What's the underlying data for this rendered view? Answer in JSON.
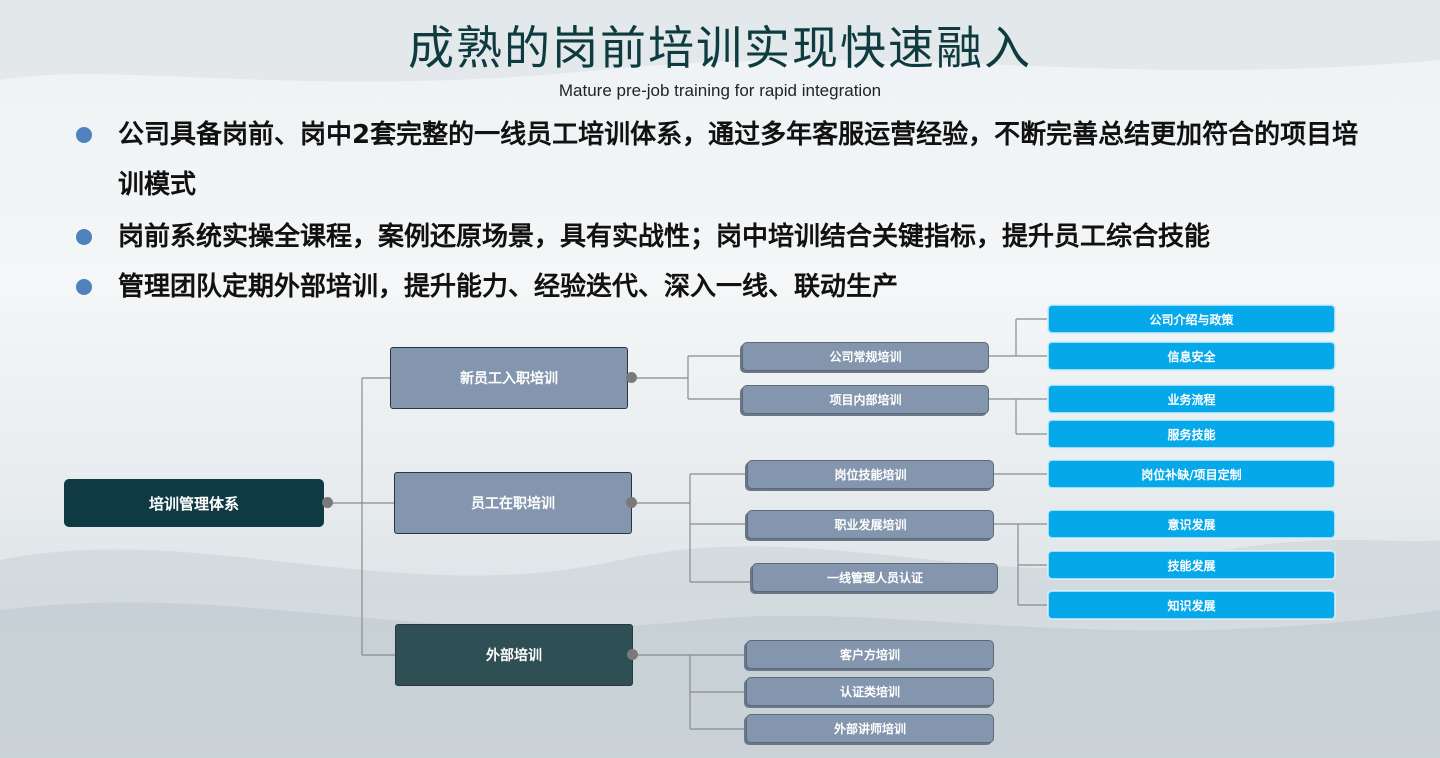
{
  "header": {
    "title": "成熟的岗前培训实现快速融入",
    "subtitle": "Mature pre-job training for rapid integration"
  },
  "bullets": [
    {
      "text": "公司具备岗前、岗中2套完整的一线员工培训体系，通过多年客服运营经验，不断完善总结更加符合的项目培训模式"
    },
    {
      "text": "岗前系统实操全课程，案例还原场景，具有实战性；岗中培训结合关键指标，提升员工综合技能"
    },
    {
      "text": "管理团队定期外部培训，提升能力、经验迭代、深入一线、联动生产"
    }
  ],
  "tree": {
    "root": "培训管理体系",
    "branches": [
      {
        "label": "新员工入职培训",
        "children": [
          {
            "label": "公司常规培训",
            "leaves": [
              "公司介绍与政策",
              "信息安全"
            ]
          },
          {
            "label": "项目内部培训",
            "leaves": [
              "业务流程",
              "服务技能"
            ]
          }
        ]
      },
      {
        "label": "员工在职培训",
        "children": [
          {
            "label": "岗位技能培训",
            "leaves": [
              "岗位补缺/项目定制"
            ]
          },
          {
            "label": "职业发展培训",
            "leaves": [
              "意识发展",
              "技能发展",
              "知识发展"
            ]
          },
          {
            "label": "一线管理人员认证",
            "leaves": []
          }
        ]
      },
      {
        "label": "外部培训",
        "children": [
          {
            "label": "客户方培训",
            "leaves": []
          },
          {
            "label": "认证类培训",
            "leaves": []
          },
          {
            "label": "外部讲师培训",
            "leaves": []
          }
        ]
      }
    ]
  },
  "colors": {
    "title": "#0e3b40",
    "bullet_dot": "#4f81bd",
    "root_node": "#0f3a44",
    "branch_node": "#8496ae",
    "branch_node_dark": "#2e5055",
    "leaf_node": "#05a9ea",
    "connector": "#888888"
  }
}
